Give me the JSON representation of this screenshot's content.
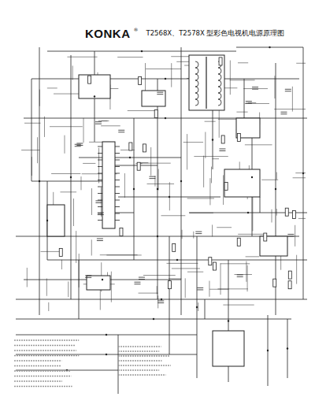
{
  "diagram": {
    "title": "T2568X、T2578X 型彩色电视机电源原理图",
    "labels": [
      "KONKA",
      "®"
    ]
  }
}
